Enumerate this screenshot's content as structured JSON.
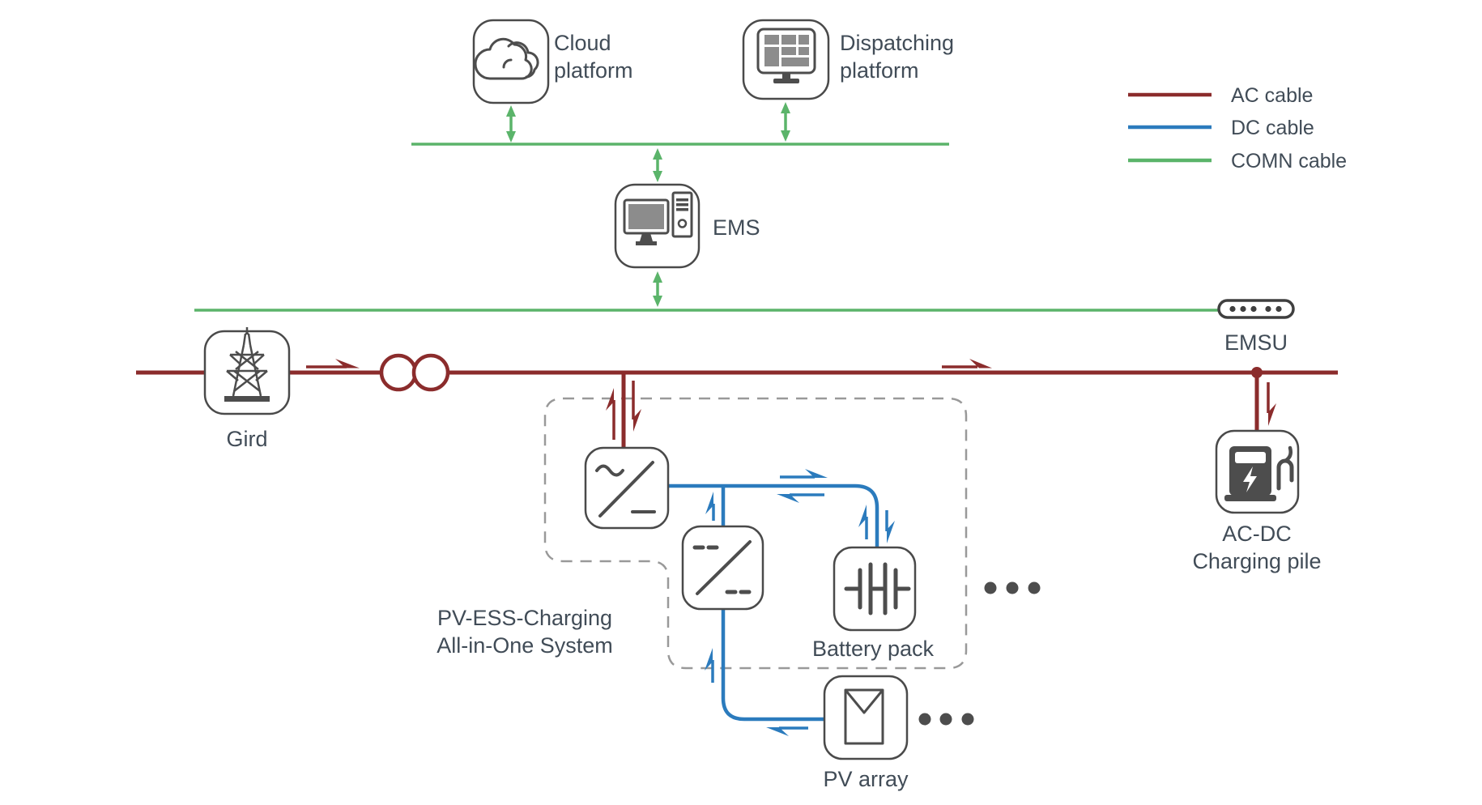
{
  "legend": {
    "items": [
      {
        "id": "ac",
        "label": "AC cable"
      },
      {
        "id": "dc",
        "label": "DC cable"
      },
      {
        "id": "comn",
        "label": "COMN cable"
      }
    ]
  },
  "nodes": {
    "cloud": {
      "line1": "Cloud",
      "line2": "platform"
    },
    "dispatching": {
      "line1": "Dispatching",
      "line2": "platform"
    },
    "ems": {
      "label": "EMS"
    },
    "emsu": {
      "label": "EMSU"
    },
    "grid": {
      "label": "Gird"
    },
    "charging_pile": {
      "line1": "AC-DC",
      "line2": "Charging pile"
    },
    "battery": {
      "label": "Battery pack"
    },
    "pv": {
      "label": "PV array"
    },
    "system": {
      "line1": "PV-ESS-Charging",
      "line2": "All-in-One System"
    }
  },
  "colors": {
    "ac": "#8B2C2C",
    "dc": "#2B7BBD",
    "comn": "#5BB46A",
    "icon": "#4D4D4D",
    "box_border": "#4A4A4A",
    "label": "#414C57",
    "dashed": "#999999"
  }
}
